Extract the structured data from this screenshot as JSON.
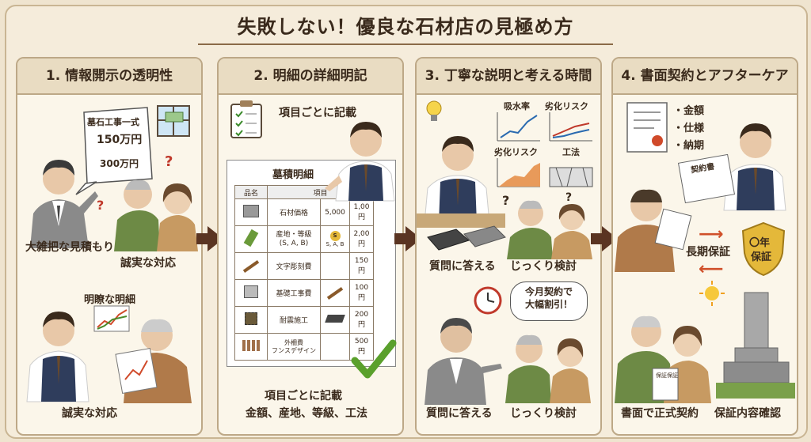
{
  "title": "失敗しない！優良な石材店の見極め方",
  "panels": [
    {
      "heading": "1. 情報開示の透明性",
      "bubble_lines": [
        "墓石工事一式",
        "150万円",
        "300万円"
      ],
      "cap_rough": "大雑把な見積もり",
      "cap_sincere_top": "誠実な対応",
      "cap_clear": "明瞭な明細",
      "cap_sincere_bottom": "誠実な対応"
    },
    {
      "heading": "2. 明細の詳細明記",
      "top_note": "項目ごとに記載",
      "sheet_title": "墓積明細",
      "table_headers": [
        "品名",
        "項目"
      ],
      "rows": [
        {
          "item": "石材価格",
          "grade": "5,000",
          "price": "1,00円"
        },
        {
          "item": "産地・等級\n(S, A, B)",
          "grade": "S, A, B",
          "price": "2,00円"
        },
        {
          "item": "文字彫刻費",
          "grade": "",
          "price": "150円"
        },
        {
          "item": "基礎工事費",
          "grade": "",
          "price": "100円"
        },
        {
          "item": "耐震施工",
          "grade": "",
          "price": "200円"
        },
        {
          "item": "外柵費\nフンスデザイン",
          "grade": "",
          "price": "500円"
        }
      ],
      "coin_label": "S",
      "bottom_line1": "項目ごとに記載",
      "bottom_line2": "金額、産地、等級、工法"
    },
    {
      "heading": "3. 丁寧な説明と考える時間",
      "mini_charts": [
        "吸水率",
        "劣化リスク",
        "劣化リスク",
        "工法"
      ],
      "cap_answer_top": "質問に答える",
      "cap_consider_top": "じっくり検討",
      "speech_lines": [
        "今月契約で",
        "大幅割引！"
      ],
      "cap_answer_bottom": "質問に答える",
      "cap_consider_bottom": "じっくり検討"
    },
    {
      "heading": "4. 書面契約とアフターケア",
      "bullets": [
        "・金額",
        "・仕様",
        "・納期"
      ],
      "contract_label": "契約書",
      "cap_warranty": "長期保証",
      "shield_lines": [
        "〇年",
        "保証"
      ],
      "card_label": "保証保証",
      "cap_written": "書面で正式契約",
      "cap_confirm": "保証内容確認"
    }
  ],
  "colors": {
    "accent_brown": "#5a3422",
    "check_green": "#5aa02c",
    "suit_navy": "#2f3d5c",
    "sweater_green": "#6d8a45",
    "shield_gold": "#e4b83a"
  }
}
